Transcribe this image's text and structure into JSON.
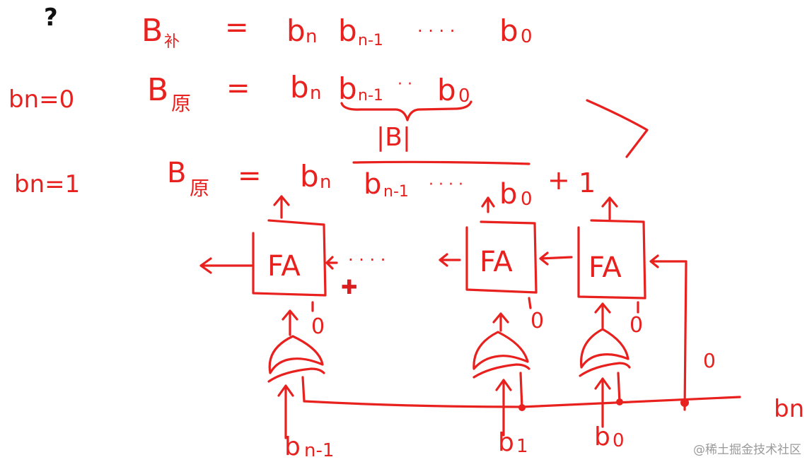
{
  "question_mark": "?",
  "equations": {
    "row1": {
      "lhs": "B",
      "lhs_sub": "补",
      "eq": "=",
      "terms": [
        "b",
        "n",
        "b",
        "n-1",
        "· · · ·",
        "b",
        "0"
      ]
    },
    "row2": {
      "cond": "bn=0",
      "lhs": "B",
      "lhs_sub": "原",
      "eq": "=",
      "terms": [
        "b",
        "n",
        "b",
        "n-1",
        "· ·",
        "b",
        "0"
      ],
      "brace_label": "|B|"
    },
    "row3": {
      "cond": "bn=1",
      "lhs": "B",
      "lhs_sub": "原",
      "eq": "=",
      "terms": [
        "b",
        "n",
        "b",
        "n-1",
        "· · · ·",
        "b",
        "0",
        "+",
        "1"
      ]
    }
  },
  "circuit": {
    "fa_label": "FA",
    "dots": "· · · ·",
    "carry_in_value": "0",
    "b_inputs": [
      "b",
      "n-1",
      "b",
      "1",
      "b",
      "0"
    ],
    "zeros": [
      "0",
      "0",
      "0"
    ],
    "bn_bus_label": "bn",
    "cursor_symbol": "✚"
  },
  "watermark": "@稀土掘金技术社区",
  "colors": {
    "ink": "#e8211f",
    "cursor": "#d81e1e",
    "watermark": "#9a9a9a"
  }
}
